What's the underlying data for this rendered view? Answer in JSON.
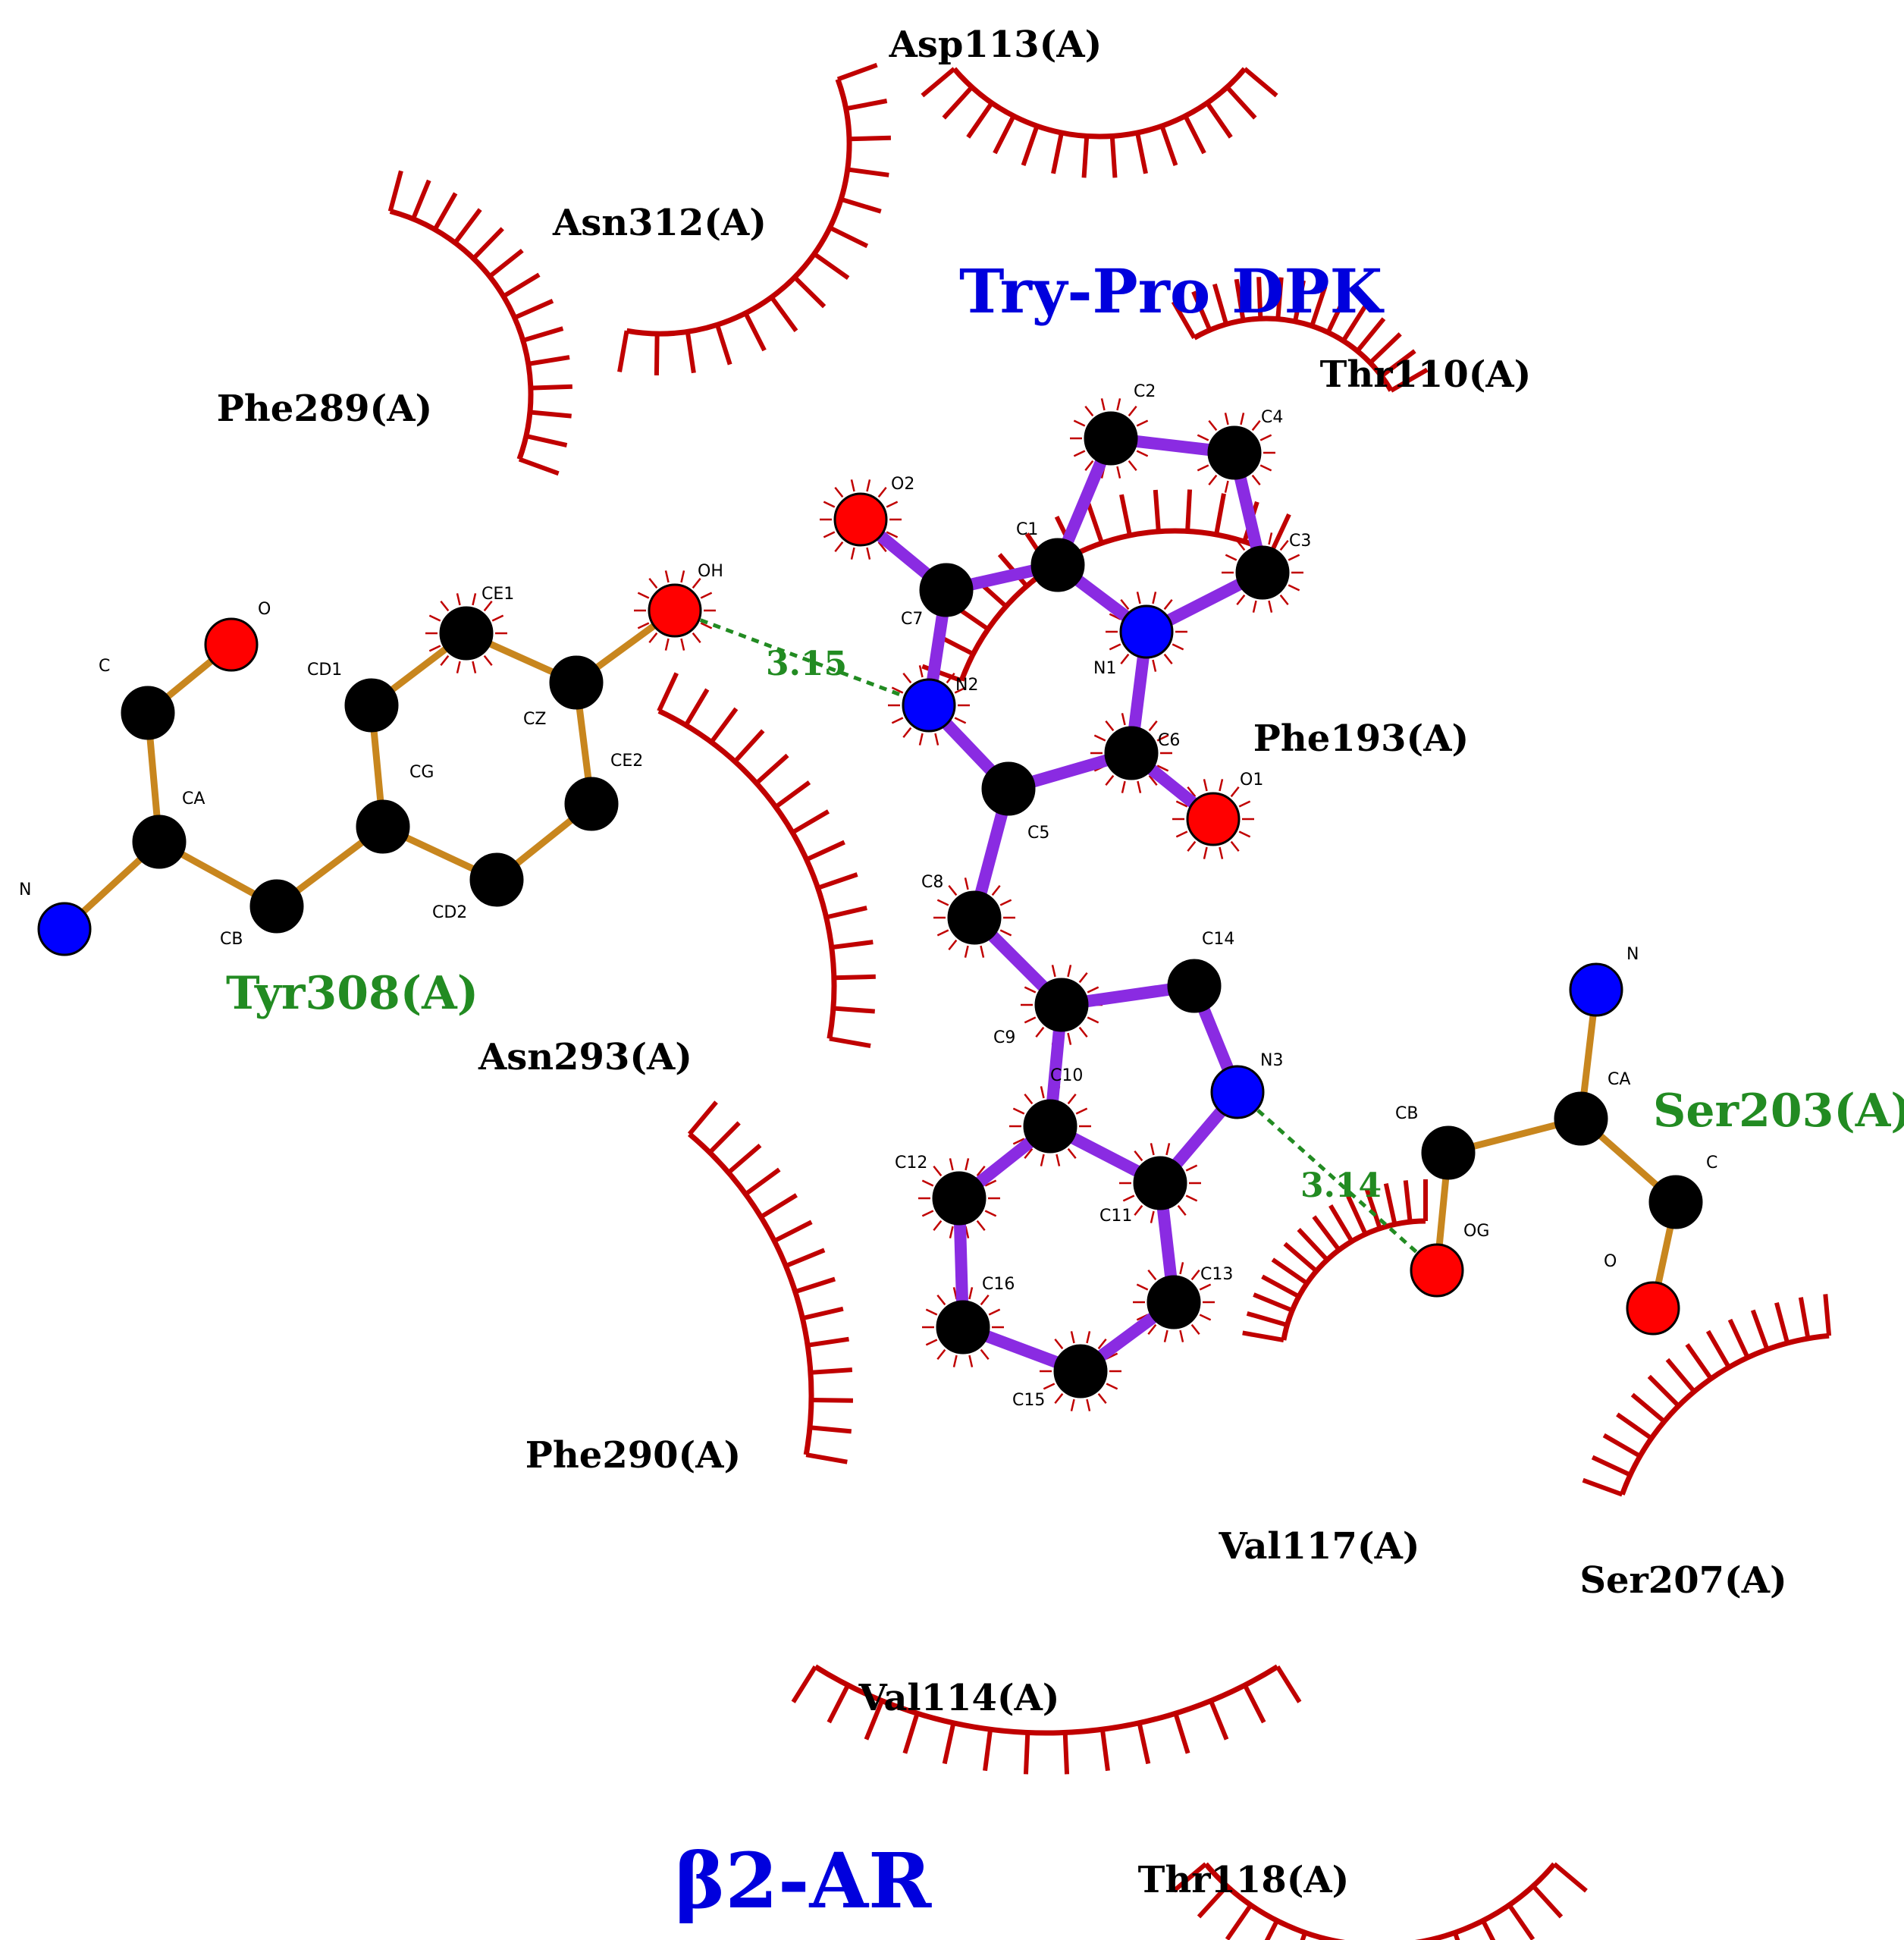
{
  "title": "Try-Pro DPK",
  "receptor": "β2-AR",
  "colors": {
    "ligand_bond": "#8a2be2",
    "residue_bond": "#c8861e",
    "carbon": "#000000",
    "nitrogen": "#0000ff",
    "oxygen": "#ff0000",
    "hydrophobic": "#c00000",
    "hbond": "#228b22",
    "title": "#0000dd",
    "hbond_residue_label": "#228b22"
  },
  "hydrogen_bonds": [
    {
      "from": "OH",
      "to": "N2",
      "distance": "3.15"
    },
    {
      "from": "N3",
      "to": "OG",
      "distance": "3.14"
    }
  ],
  "hbond_residues": [
    {
      "name": "Tyr308(A)",
      "atoms": [
        "N",
        "CA",
        "C",
        "O",
        "CB",
        "CG",
        "CD1",
        "CE1",
        "CZ",
        "CE2",
        "CD2",
        "OH"
      ]
    },
    {
      "name": "Ser203(A)",
      "atoms": [
        "N",
        "CA",
        "C",
        "O",
        "CB",
        "OG"
      ]
    }
  ],
  "hydrophobic_residues": [
    "Asp113(A)",
    "Asn312(A)",
    "Thr110(A)",
    "Phe289(A)",
    "Phe193(A)",
    "Asn293(A)",
    "Phe290(A)",
    "Val117(A)",
    "Ser207(A)",
    "Val114(A)",
    "Thr118(A)"
  ],
  "ligand_atoms": [
    "O2",
    "C7",
    "C1",
    "C2",
    "C4",
    "C3",
    "N1",
    "N2",
    "C6",
    "O1",
    "C5",
    "C8",
    "C14",
    "C9",
    "N3",
    "C10",
    "C11",
    "C12",
    "C13",
    "C16",
    "C15"
  ]
}
